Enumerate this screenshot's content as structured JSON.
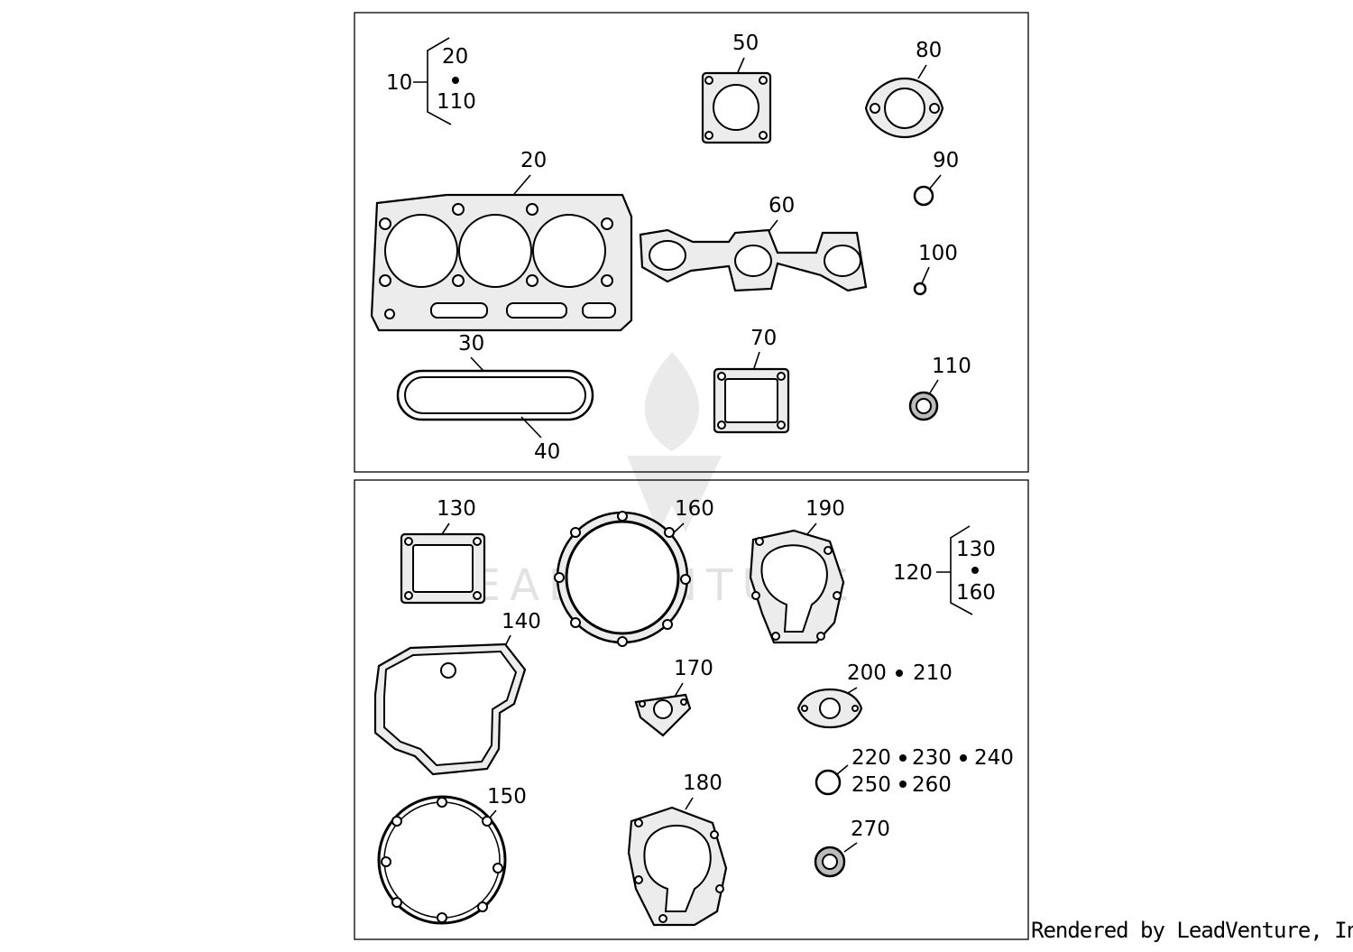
{
  "footer": {
    "rendered_by": "Rendered by LeadVenture, Inc."
  },
  "watermark": {
    "text": "LEADVENTURE"
  },
  "top_panel": {
    "kit_label": "10",
    "kit_items": [
      "20",
      "110"
    ],
    "labels": {
      "p20": "20",
      "p30": "30",
      "p40": "40",
      "p50": "50",
      "p60": "60",
      "p70": "70",
      "p80": "80",
      "p90": "90",
      "p100": "100",
      "p110": "110"
    }
  },
  "bottom_panel": {
    "kit_label": "120",
    "kit_items": [
      "130",
      "160"
    ],
    "labels": {
      "p130": "130",
      "p140": "140",
      "p150": "150",
      "p160": "160",
      "p170": "170",
      "p180": "180",
      "p190": "190",
      "p270": "270"
    },
    "group_200": [
      "200",
      "210"
    ],
    "group_220_row1": [
      "220",
      "230",
      "240"
    ],
    "group_220_row2": [
      "250",
      "260"
    ]
  }
}
